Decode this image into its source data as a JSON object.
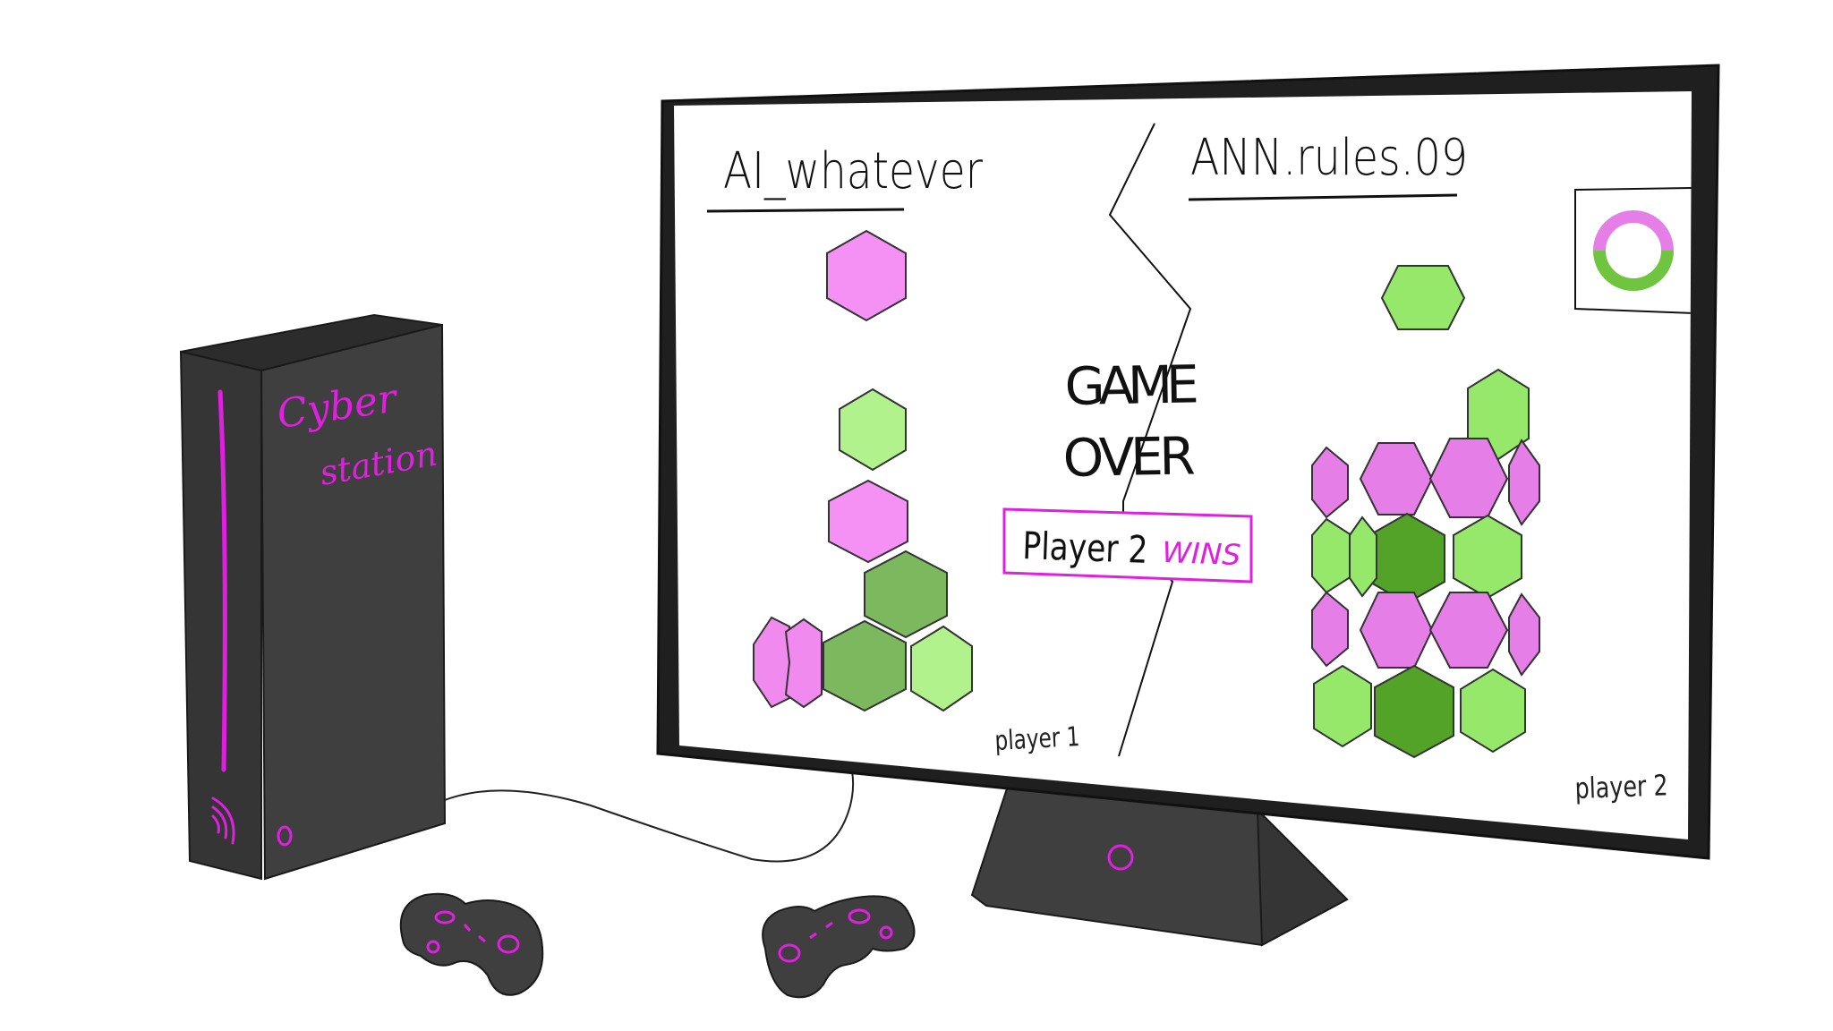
{
  "console": {
    "brand_line1": "Cyber",
    "brand_line2": "station",
    "brand_color": "#e020e0",
    "body_color": "#3f3f3f"
  },
  "screen": {
    "player1": {
      "name": "AI_whatever",
      "label": "player 1",
      "next_piece_color": "#f590f5",
      "stack_colors": [
        "#b2f28c",
        "#f590f5",
        "#7cb85e",
        "#7cb85e",
        "#b2f28c",
        "#f08aef"
      ]
    },
    "player2": {
      "name": "ANN.rules.09",
      "label": "player 2",
      "next_piece_color": "#95e86a",
      "grid_colors": {
        "pink": "#e57ee6",
        "light_green": "#95e86a",
        "dark_green": "#53a329"
      }
    },
    "game_over_line1": "GAME",
    "game_over_line2": "OVER",
    "result_player": "Player 2",
    "result_wins": "WINS",
    "accent": "#e020e0"
  },
  "monitor": {
    "bezel_color": "#1f1f1f",
    "stand_color": "#3f3f3f"
  },
  "controllers": [
    {
      "name": "controller-1",
      "button_color": "#e020e0"
    },
    {
      "name": "controller-2",
      "button_color": "#e020e0"
    }
  ]
}
